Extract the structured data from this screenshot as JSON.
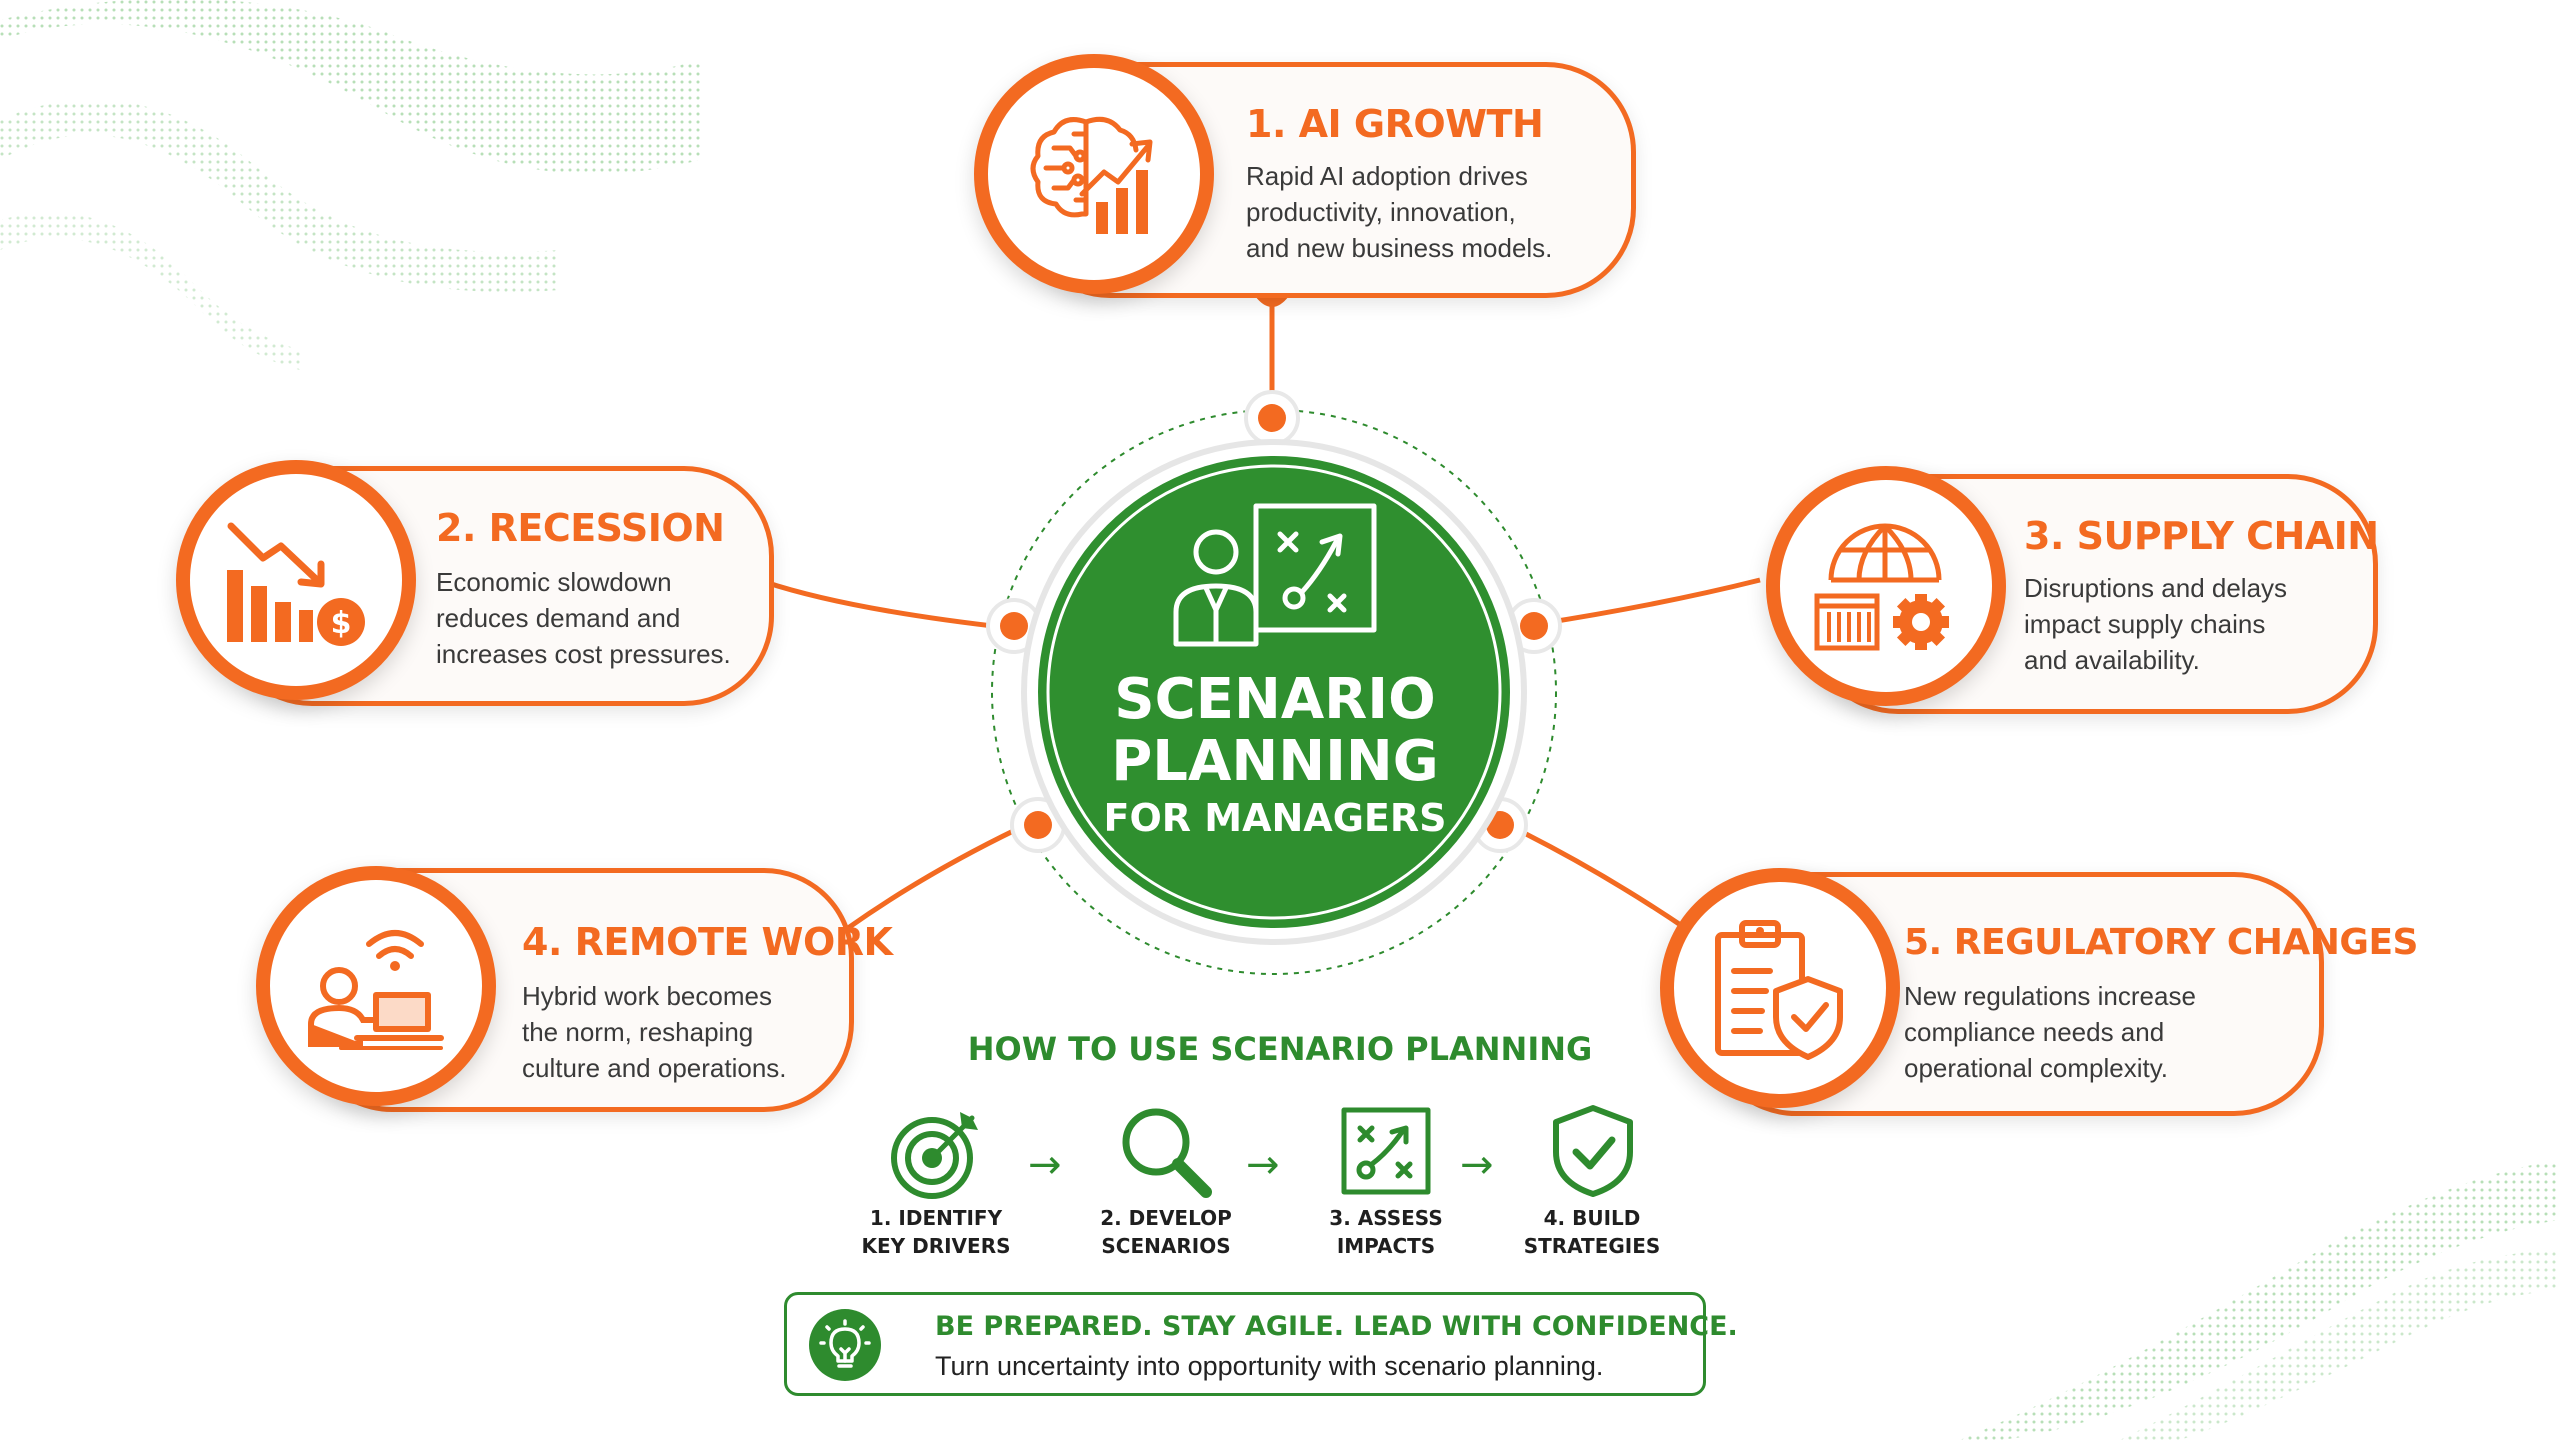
{
  "center": {
    "line1": "SCENARIO",
    "line2": "PLANNING",
    "line3": "FOR MANAGERS",
    "icon": "manager-strategy-board-icon"
  },
  "scenarios": [
    {
      "title": "1. AI GROWTH",
      "desc": [
        "Rapid AI adoption drives",
        "productivity, innovation,",
        "and new business models."
      ],
      "icon": "ai-brain-growth-icon"
    },
    {
      "title": "2. RECESSION",
      "desc": [
        "Economic slowdown",
        "reduces demand and",
        "increases cost pressures."
      ],
      "icon": "declining-chart-dollar-icon"
    },
    {
      "title": "3. SUPPLY CHAIN",
      "desc": [
        "Disruptions and delays",
        "impact supply chains",
        "and availability."
      ],
      "icon": "globe-container-gear-icon"
    },
    {
      "title": "4. REMOTE WORK",
      "desc": [
        "Hybrid work becomes",
        "the norm, reshaping",
        "culture and operations."
      ],
      "icon": "remote-worker-laptop-icon"
    },
    {
      "title": "5. REGULATORY CHANGES",
      "desc": [
        "New regulations increase",
        "compliance needs and",
        "operational complexity."
      ],
      "icon": "clipboard-shield-icon"
    }
  ],
  "how_to": {
    "title": "HOW TO USE SCENARIO PLANNING",
    "steps": [
      {
        "line1": "1. IDENTIFY",
        "line2": "KEY DRIVERS",
        "icon": "target-icon"
      },
      {
        "line1": "2. DEVELOP",
        "line2": "SCENARIOS",
        "icon": "magnifier-icon"
      },
      {
        "line1": "3. ASSESS",
        "line2": "IMPACTS",
        "icon": "strategy-board-icon"
      },
      {
        "line1": "4. BUILD",
        "line2": "STRATEGIES",
        "icon": "shield-check-icon"
      }
    ],
    "arrow": "→"
  },
  "banner": {
    "headline": "BE PREPARED. STAY AGILE. LEAD WITH CONFIDENCE.",
    "sub": "Turn uncertainty into opportunity with scenario planning.",
    "icon": "lightbulb-icon"
  },
  "colors": {
    "orange": "#f36a21",
    "green": "#2e8b2e",
    "text": "#3a3a3a"
  }
}
